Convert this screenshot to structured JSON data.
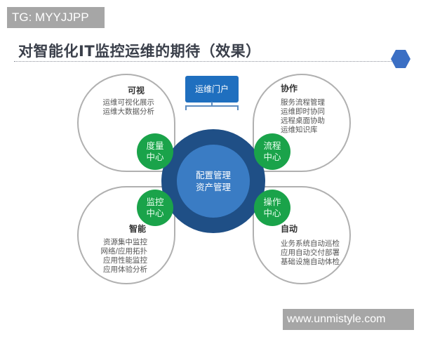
{
  "watermarks": {
    "top": "TG: MYYJJPP",
    "bottom": "www.unmistyle.com"
  },
  "header": {
    "title": "对智能化IT监控运维的期待（效果）",
    "hexagon_color": "#3b6fc4"
  },
  "portal": {
    "label": "运维门户"
  },
  "center": {
    "lines": [
      "配置管理",
      "资产管理"
    ]
  },
  "hubs": [
    {
      "lines": [
        "度量",
        "中心"
      ]
    },
    {
      "lines": [
        "流程",
        "中心"
      ]
    },
    {
      "lines": [
        "监控",
        "中心"
      ]
    },
    {
      "lines": [
        "操作",
        "中心"
      ]
    }
  ],
  "petals": {
    "top_left": {
      "heading": "可视",
      "items": [
        "运维可视化展示",
        "运维大数据分析"
      ]
    },
    "top_right": {
      "heading": "协作",
      "items": [
        "服务流程管理",
        "运维即时协同",
        "远程桌面协助",
        "运维知识库"
      ]
    },
    "bottom_left": {
      "heading": "智能",
      "items": [
        "资源集中监控",
        "网络/应用拓扑",
        "应用性能监控",
        "应用体验分析"
      ]
    },
    "bottom_right": {
      "heading": "自动",
      "items": [
        "业务系统自动巡检",
        "应用自动交付部署",
        "基础设施自动体检"
      ]
    }
  },
  "colors": {
    "hub_green": "#1aa34a",
    "center_outer": "#1f4f86",
    "center_inner": "#3a7cc4",
    "portal_blue": "#1f6fbf",
    "petal_border": "#b0b0b0"
  }
}
